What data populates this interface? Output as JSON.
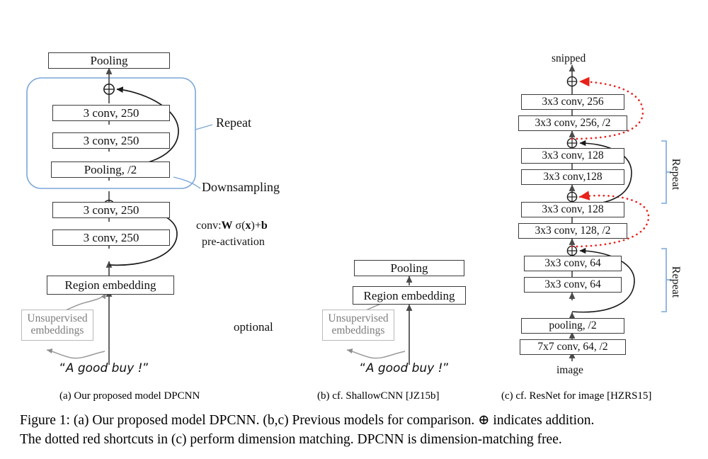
{
  "figure": {
    "caption_line1": "Figure 1:  (a) Our proposed model DPCNN. (b,c) Previous models for comparison.   ⊕ indicates addition.",
    "caption_line2": "The dotted red shortcuts in (c) perform dimension matching. DPCNN is dimension-matching free.",
    "subcaptions": [
      {
        "id": "a",
        "text": "(a)  Our proposed model DPCNN"
      },
      {
        "id": "b",
        "text": "(b)  cf. ShallowCNN [JZ15b]"
      },
      {
        "id": "c",
        "text": "(c)  cf. ResNet for image [HZRS15]"
      }
    ]
  },
  "colors": {
    "box_stroke": "#3b3b3b",
    "ghost_stroke": "#b9b9b9",
    "ghost_text": "#7d7d7d",
    "accent_blue": "#7ba7d7",
    "shortcut_black": "#1a1a1a",
    "shortcut_red": "#e8211a",
    "arrow_gray": "#4a4a4a"
  },
  "panel_a": {
    "blocks": [
      {
        "label": "Pooling"
      },
      {
        "label": "3 conv, 250"
      },
      {
        "label": "3 conv, 250"
      },
      {
        "label": "Pooling, /2"
      },
      {
        "label": "3 conv, 250"
      },
      {
        "label": "3 conv, 250"
      },
      {
        "label": "Region embedding"
      }
    ],
    "optional_box": "Unsupervised\nembeddings",
    "optional_box_line1": "Unsupervised",
    "optional_box_line2": "embeddings",
    "input_text_quote_open": "“",
    "input_text": "A good buy !",
    "input_text_quote_close": "”",
    "annotations": {
      "repeat": "Repeat",
      "downsampling": "Downsampling",
      "conv_formula_pre": "conv:",
      "conv_formula_W": "W",
      "conv_formula_mid": " σ(",
      "conv_formula_x": "x",
      "conv_formula_post": ")+",
      "conv_formula_b": "b",
      "pre_activation": "pre-activation",
      "optional": "optional"
    },
    "adders": [
      "⊕",
      "⊕"
    ]
  },
  "panel_b": {
    "blocks": [
      {
        "label": "Pooling"
      },
      {
        "label": "Region embedding"
      }
    ],
    "optional_box_line1": "Unsupervised",
    "optional_box_line2": "embeddings",
    "input_text_quote_open": "“",
    "input_text": "A good buy !",
    "input_text_quote_close": "”"
  },
  "panel_c": {
    "top_label": "snipped",
    "bottom_label": "image",
    "blocks": [
      {
        "label": "3x3 conv, 256"
      },
      {
        "label": "3x3 conv, 256, /2"
      },
      {
        "label": "3x3 conv, 128"
      },
      {
        "label": "3x3 conv,128"
      },
      {
        "label": "3x3 conv, 128"
      },
      {
        "label": "3x3 conv, 128, /2"
      },
      {
        "label": "3x3 conv, 64"
      },
      {
        "label": "3x3 conv, 64"
      },
      {
        "label": "pooling, /2"
      },
      {
        "label": "7x7 conv, 64, /2"
      }
    ],
    "adders": [
      "⊕",
      "⊕",
      "⊕",
      "⊕"
    ],
    "repeat_labels": [
      "Repeat",
      "Repeat"
    ]
  }
}
